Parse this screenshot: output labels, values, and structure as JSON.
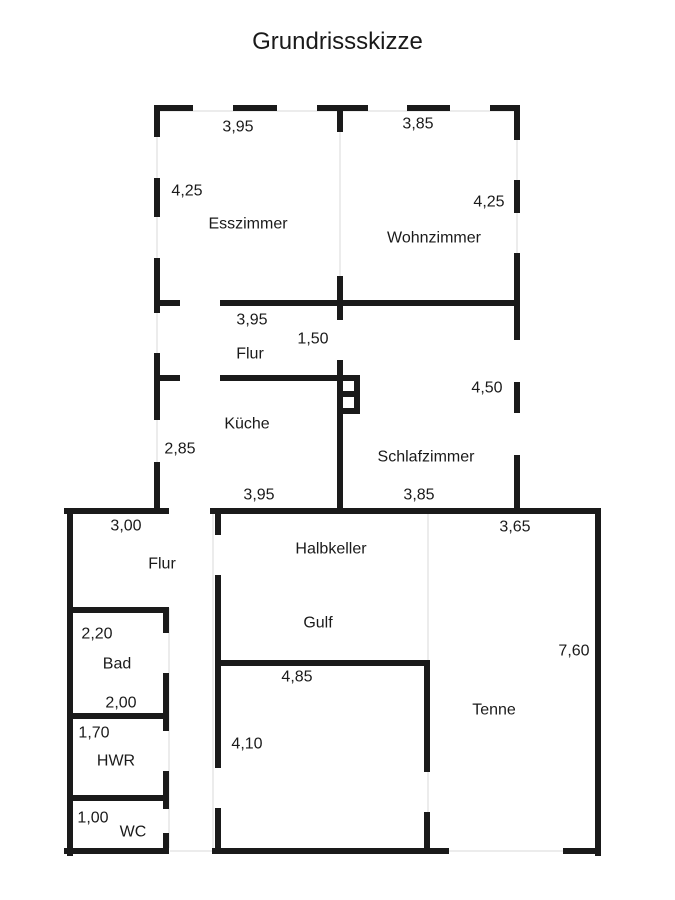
{
  "title": "Grundrissskizze",
  "rooms": {
    "esszimmer": {
      "name": "Esszimmer",
      "width": "3,95",
      "depth": "4,25"
    },
    "wohnzimmer": {
      "name": "Wohnzimmer",
      "width": "3,85",
      "depth": "4,25"
    },
    "flur_oben": {
      "name": "Flur",
      "width": "3,95",
      "depth": "1,50"
    },
    "kueche": {
      "name": "Küche",
      "width": "3,95",
      "depth": "2,85"
    },
    "schlafzimmer": {
      "name": "Schlafzimmer",
      "width": "3,85",
      "depth": "4,50"
    },
    "flur_unten": {
      "name": "Flur",
      "width": "3,00"
    },
    "halbkeller": {
      "name": "Halbkeller",
      "sub": "Gulf",
      "width": "4,85",
      "depth": "4,10"
    },
    "tenne": {
      "name": "Tenne",
      "width": "3,65",
      "depth": "7,60"
    },
    "bad": {
      "name": "Bad",
      "width": "2,00",
      "depth": "2,20"
    },
    "hwr": {
      "name": "HWR",
      "depth": "1,70"
    },
    "wc": {
      "name": "WC",
      "depth": "1,00"
    }
  }
}
